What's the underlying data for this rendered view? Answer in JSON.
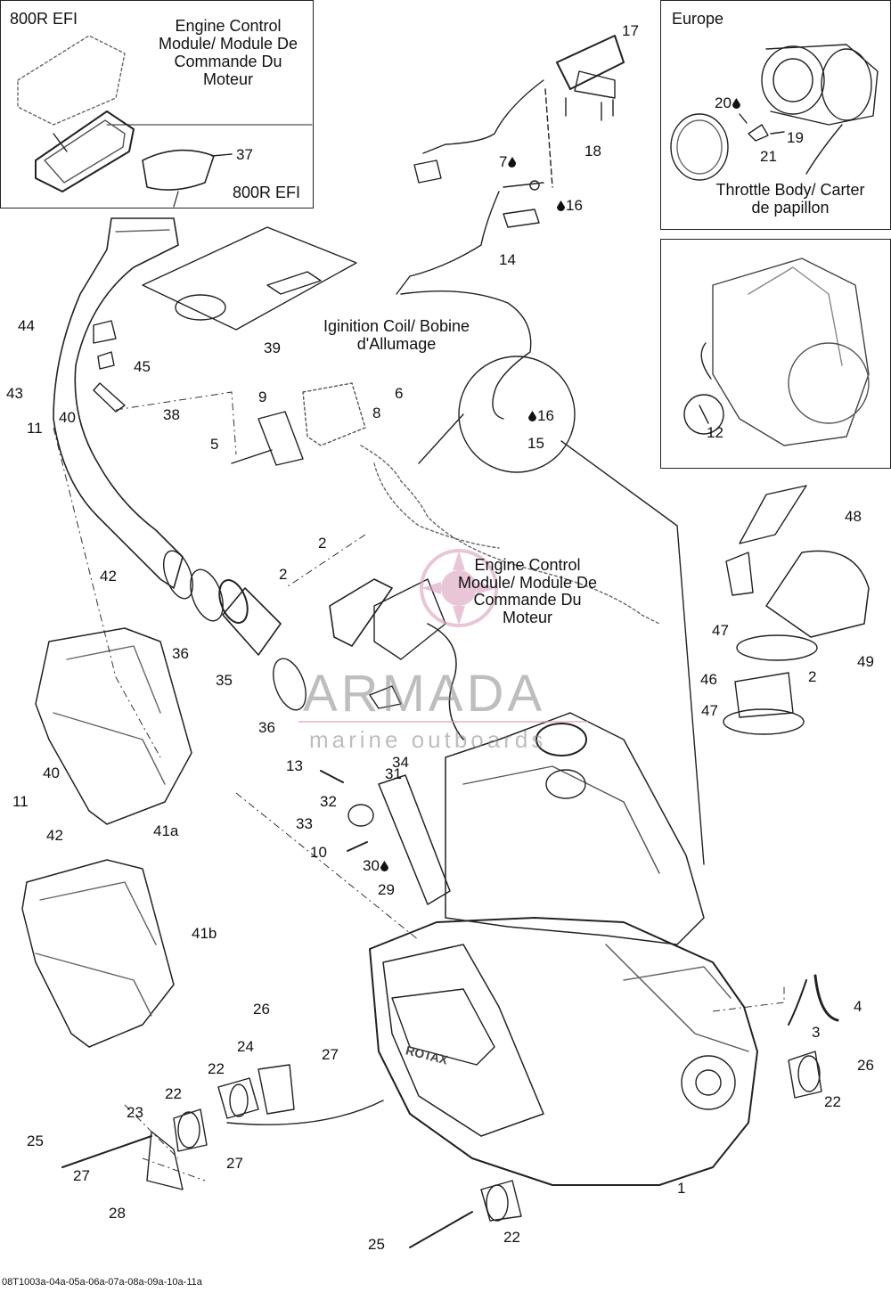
{
  "insets": {
    "ecm": {
      "label": "800R EFI",
      "title": "Engine Control Module/ Module De Commande Du Moteur",
      "sub_label": "800R EFI"
    },
    "europe": {
      "label": "Europe",
      "title": "Throttle Body/ Carter de papillon"
    }
  },
  "notes": {
    "ignition_coil": "Iginition Coil/ Bobine d'Allumage",
    "ecm_main": "Engine Control Module/ Module De Commande Du Moteur"
  },
  "watermark": {
    "title": "ARMADA",
    "subtitle": "marine outboards",
    "brand_color": "#d9a0bd"
  },
  "engine_brand": "ROTAX",
  "callouts": [
    {
      "text": "17"
    },
    {
      "text": "18"
    },
    {
      "text": "7",
      "drop": true
    },
    {
      "text": "16",
      "drop_before": true
    },
    {
      "text": "14"
    },
    {
      "text": "37"
    },
    {
      "text": "39"
    },
    {
      "text": "20",
      "drop": true
    },
    {
      "text": "19"
    },
    {
      "text": "21"
    },
    {
      "text": "12"
    },
    {
      "text": "44"
    },
    {
      "text": "45"
    },
    {
      "text": "43"
    },
    {
      "text": "40"
    },
    {
      "text": "11"
    },
    {
      "text": "38"
    },
    {
      "text": "9"
    },
    {
      "text": "6"
    },
    {
      "text": "8"
    },
    {
      "text": "5"
    },
    {
      "text": "16",
      "drop_before": true
    },
    {
      "text": "15"
    },
    {
      "text": "48"
    },
    {
      "text": "2"
    },
    {
      "text": "2"
    },
    {
      "text": "42"
    },
    {
      "text": "36"
    },
    {
      "text": "35"
    },
    {
      "text": "36"
    },
    {
      "text": "47"
    },
    {
      "text": "2"
    },
    {
      "text": "49"
    },
    {
      "text": "46"
    },
    {
      "text": "47"
    },
    {
      "text": "11"
    },
    {
      "text": "40"
    },
    {
      "text": "41a"
    },
    {
      "text": "42"
    },
    {
      "text": "13"
    },
    {
      "text": "31"
    },
    {
      "text": "34"
    },
    {
      "text": "32"
    },
    {
      "text": "33"
    },
    {
      "text": "10"
    },
    {
      "text": "30",
      "drop": true
    },
    {
      "text": "29"
    },
    {
      "text": "41b"
    },
    {
      "text": "4"
    },
    {
      "text": "3"
    },
    {
      "text": "26"
    },
    {
      "text": "22"
    },
    {
      "text": "26"
    },
    {
      "text": "24"
    },
    {
      "text": "27"
    },
    {
      "text": "22"
    },
    {
      "text": "22"
    },
    {
      "text": "23"
    },
    {
      "text": "25"
    },
    {
      "text": "27"
    },
    {
      "text": "27"
    },
    {
      "text": "28"
    },
    {
      "text": "1"
    },
    {
      "text": "22"
    },
    {
      "text": "25"
    }
  ],
  "footer_code": "08T1003a-04a-05a-06a-07a-08a-09a-10a-11a"
}
